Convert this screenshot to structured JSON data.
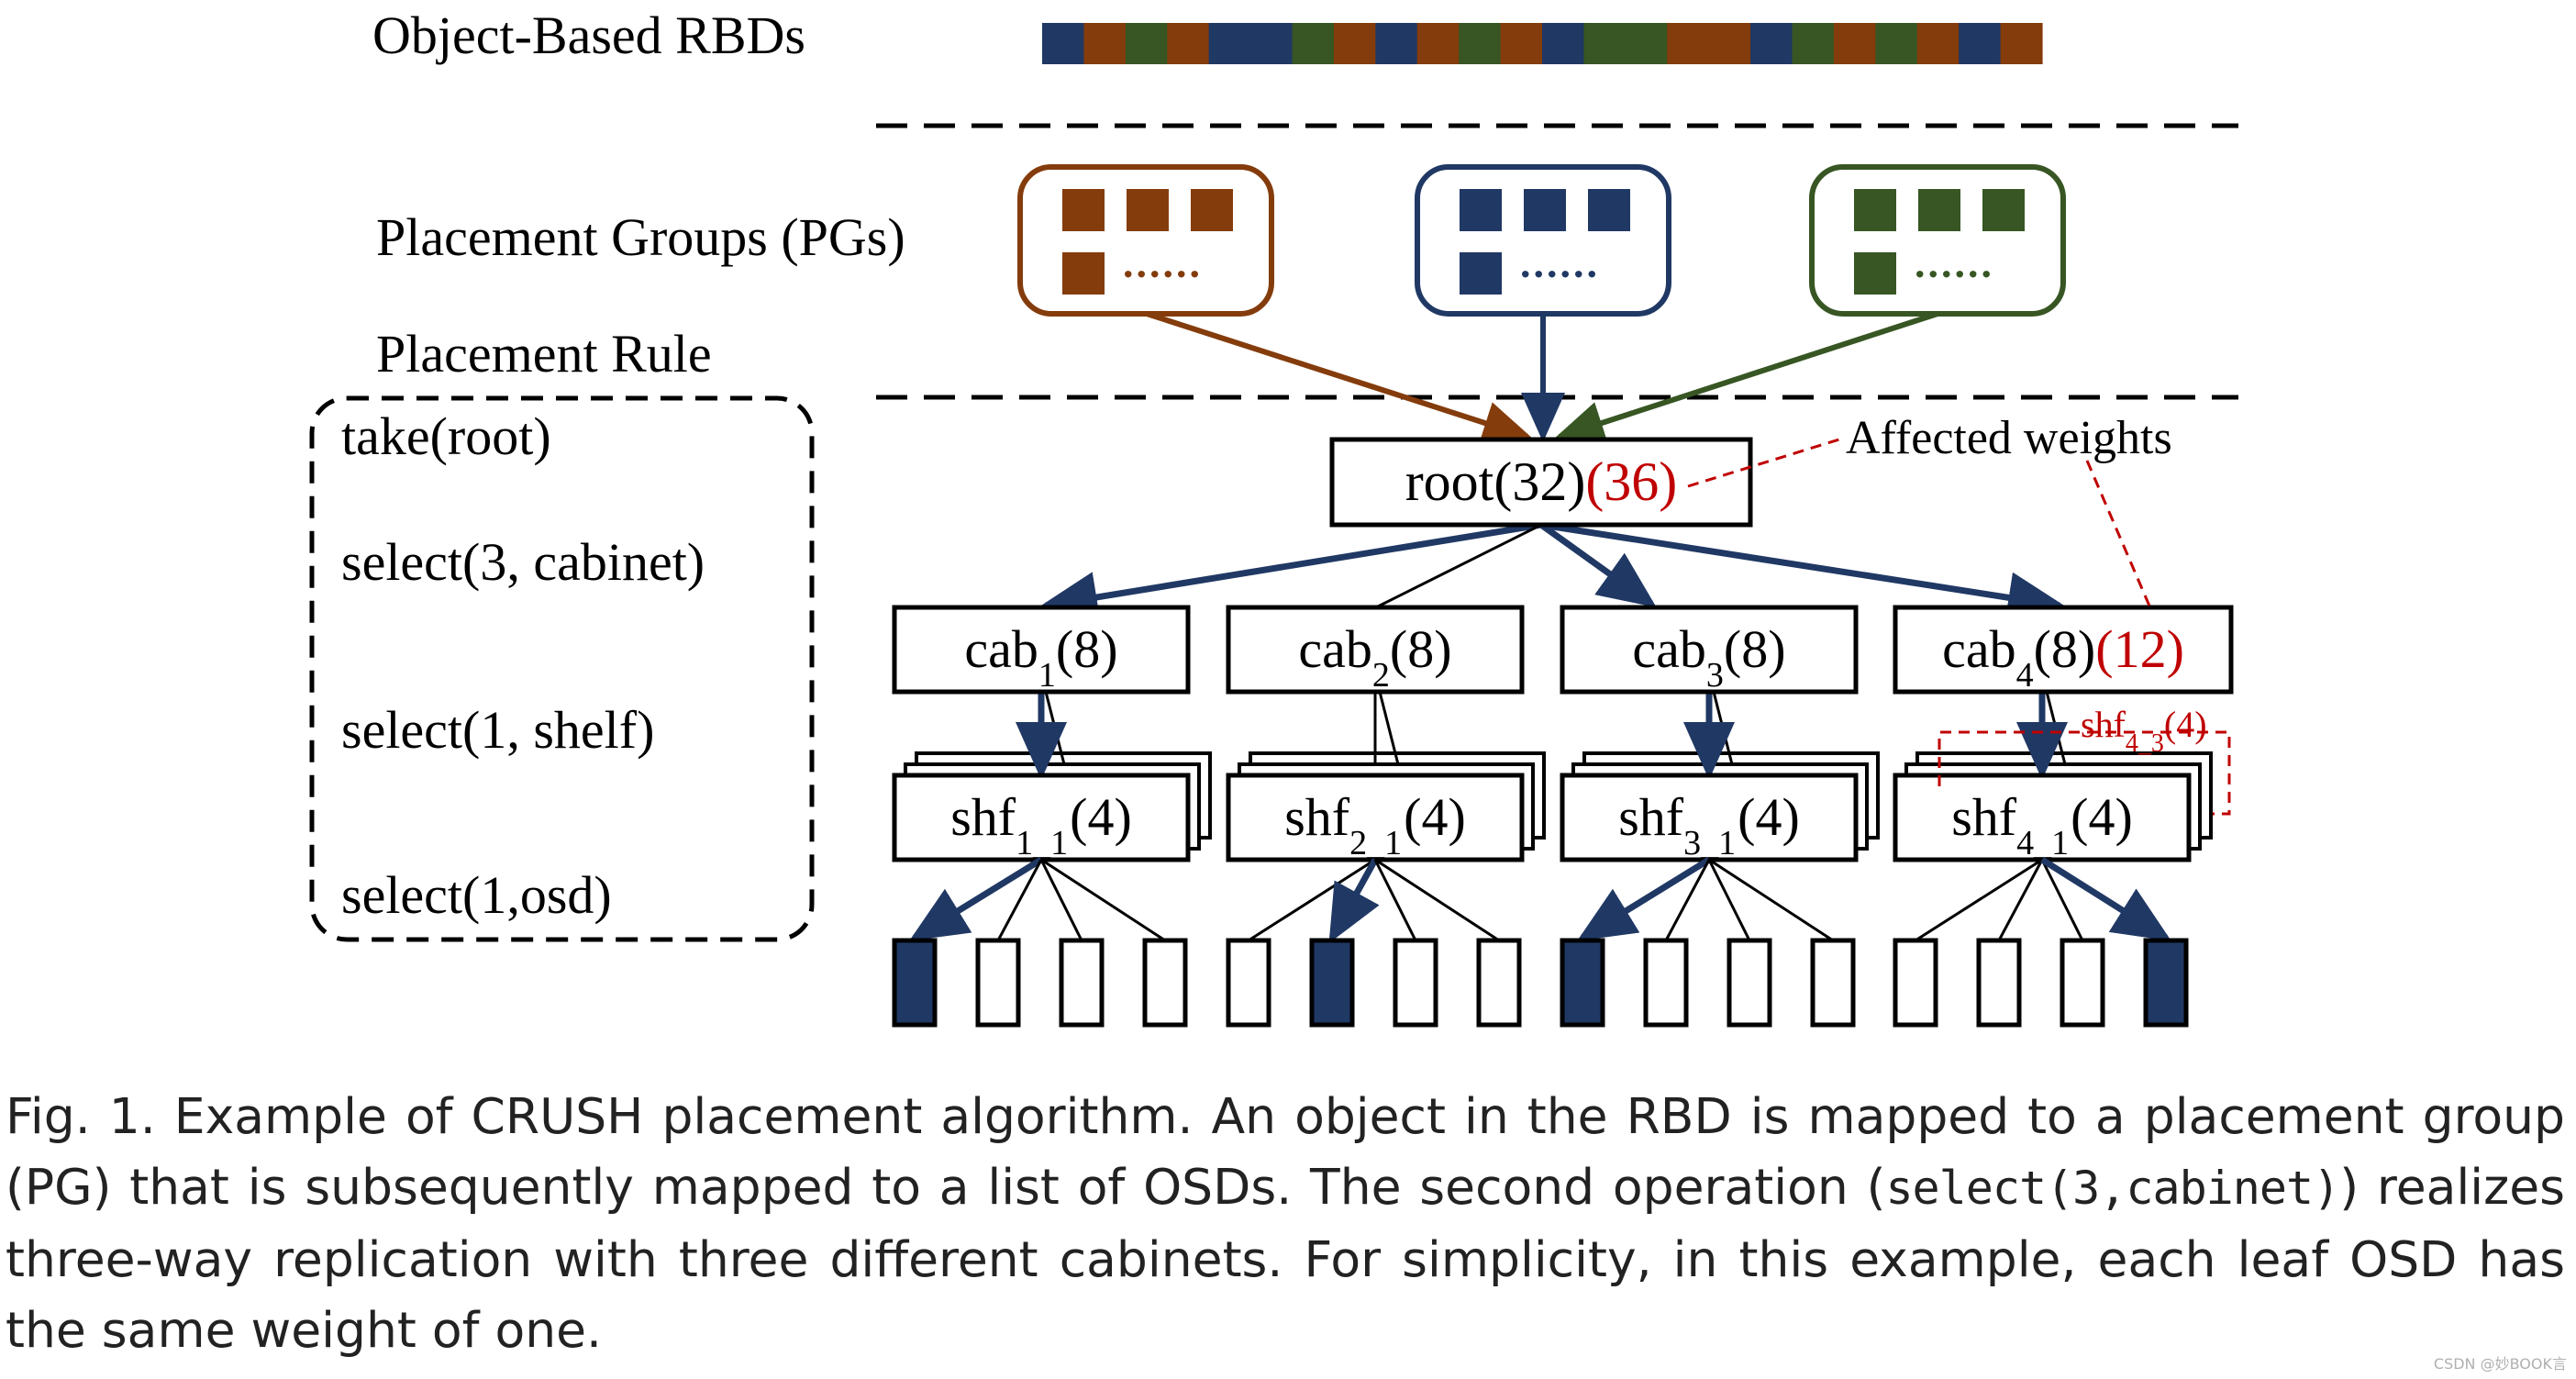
{
  "colors": {
    "brown": "#843C0C",
    "navy": "#203864",
    "green": "#375623",
    "red": "#C00000",
    "black": "#000000"
  },
  "labels": {
    "rbd": "Object-Based RBDs",
    "pg": "Placement Groups (PGs)",
    "rule": "Placement Rule",
    "affected": "Affected weights"
  },
  "rbd_strip": [
    "navy",
    "brown",
    "green",
    "brown",
    "navy",
    "navy",
    "green",
    "brown",
    "navy",
    "brown",
    "green",
    "brown",
    "navy",
    "green",
    "green",
    "brown",
    "brown",
    "navy",
    "green",
    "brown",
    "green",
    "brown",
    "navy",
    "brown"
  ],
  "pg_boxes": [
    {
      "color": "brown"
    },
    {
      "color": "navy"
    },
    {
      "color": "green"
    }
  ],
  "pg_dots": "......",
  "rule_steps": [
    "take(root)",
    "select(3, cabinet)",
    "select(1, shelf)",
    "select(1,osd)"
  ],
  "root": {
    "label": "root(32)",
    "affected": "(36)"
  },
  "cabinets": [
    {
      "base": "cab",
      "sub": "1",
      "weight": "(8)",
      "affected": ""
    },
    {
      "base": "cab",
      "sub": "2",
      "weight": "(8)",
      "affected": ""
    },
    {
      "base": "cab",
      "sub": "3",
      "weight": "(8)",
      "affected": ""
    },
    {
      "base": "cab",
      "sub": "4",
      "weight": "(8)",
      "affected": "(12)"
    }
  ],
  "shelves": [
    {
      "base": "shf",
      "sub": "1_1",
      "weight": "(4)"
    },
    {
      "base": "shf",
      "sub": "2_1",
      "weight": "(4)"
    },
    {
      "base": "shf",
      "sub": "3_1",
      "weight": "(4)"
    },
    {
      "base": "shf",
      "sub": "4_1",
      "weight": "(4)"
    }
  ],
  "new_shelf": {
    "base": "shf",
    "sub": "4_3",
    "weight": "(4)"
  },
  "selected_osd": [
    0,
    1,
    0,
    3
  ],
  "caption": {
    "part1": "Fig. 1.  Example of CRUSH placement algorithm. An object in the RBD is mapped to a placement group (PG) that is subsequently mapped to a list of OSDs. The second operation (",
    "code": "select(3,cabinet)",
    "part2": ") realizes three-way replication with three different cabinets. For simplicity, in this example, each leaf OSD has the same weight of one."
  },
  "watermark": "CSDN @妙BOOK言"
}
